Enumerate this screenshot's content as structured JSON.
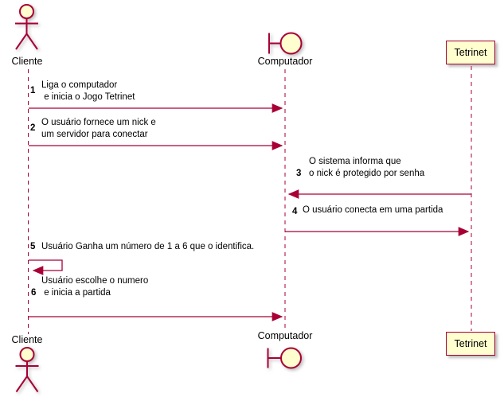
{
  "diagram_type": "uml-sequence-diagram",
  "colors": {
    "accent": "#A80036",
    "shape_fill": "#FEFECE",
    "text": "#000000",
    "background": "#FFFFFF"
  },
  "participants": {
    "cliente": {
      "label": "Cliente",
      "kind": "actor"
    },
    "computador": {
      "label": "Computador",
      "kind": "boundary"
    },
    "tetrinet": {
      "label": "Tetrinet",
      "kind": "participant-box"
    }
  },
  "messages": [
    {
      "num": "1",
      "from": "Cliente",
      "to": "Computador",
      "line1": "Liga o computador",
      "line2": " e inicia o Jogo Tetrinet"
    },
    {
      "num": "2",
      "from": "Cliente",
      "to": "Computador",
      "line1": "O usuário fornece um nick e",
      "line2": "um servidor para conectar"
    },
    {
      "num": "3",
      "from": "Tetrinet",
      "to": "Computador",
      "line1": "O sistema informa que",
      "line2": "o nick é protegido por senha"
    },
    {
      "num": "4",
      "from": "Computador",
      "to": "Tetrinet",
      "line1": "O usuário conecta em uma partida"
    },
    {
      "num": "5",
      "from": "Cliente",
      "to": "Cliente",
      "line1": "Usuário Ganha um número de 1 a 6 que o identifica."
    },
    {
      "num": "6",
      "from": "Cliente",
      "to": "Computador",
      "line1": "Usuário escolhe o numero",
      "line2": " e inicia a partida"
    }
  ]
}
